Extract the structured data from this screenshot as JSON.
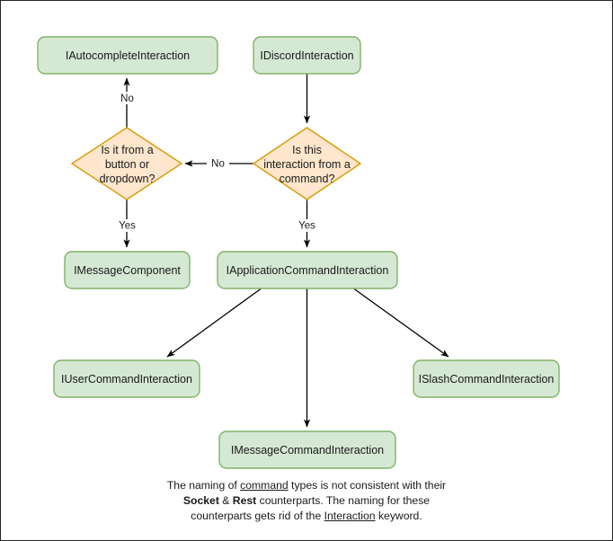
{
  "diagram": {
    "title": "Discord interaction type hierarchy flowchart",
    "colors": {
      "box_fill": "#d5e8d4",
      "box_stroke": "#82b366",
      "diamond_fill": "#ffe6cc",
      "diamond_stroke": "#d79b00",
      "edge": "#000000",
      "text": "#1a1a1a",
      "canvas": "#ffffff",
      "border": "#262626"
    },
    "nodes": {
      "autocomplete": {
        "label": "IAutocompleteInteraction"
      },
      "discord": {
        "label": "IDiscordInteraction"
      },
      "q_button": {
        "line1": "Is it from a",
        "line2": "button or",
        "line3": "dropdown?"
      },
      "q_command": {
        "line1": "Is this",
        "line2": "interaction from a",
        "line3": "command?"
      },
      "message_component": {
        "label": "IMessageComponent"
      },
      "app_command": {
        "label": "IApplicationCommandInteraction"
      },
      "user_command": {
        "label": "IUserCommandInteraction"
      },
      "message_command": {
        "label": "IMessageCommandInteraction"
      },
      "slash_command": {
        "label": "ISlashCommandInteraction"
      }
    },
    "edges": {
      "no_up": "No",
      "no_left": "No",
      "yes_left": "Yes",
      "yes_right": "Yes"
    },
    "caption": {
      "t1": "The naming of ",
      "u1": "command",
      "t2": " types is not consistent with their",
      "b1": "Socket",
      "t3": " & ",
      "b2": "Rest",
      "t4": " counterparts. The naming for these",
      "t5": "counterparts gets rid of the ",
      "u2": "Interaction",
      "t6": " keyword."
    }
  }
}
